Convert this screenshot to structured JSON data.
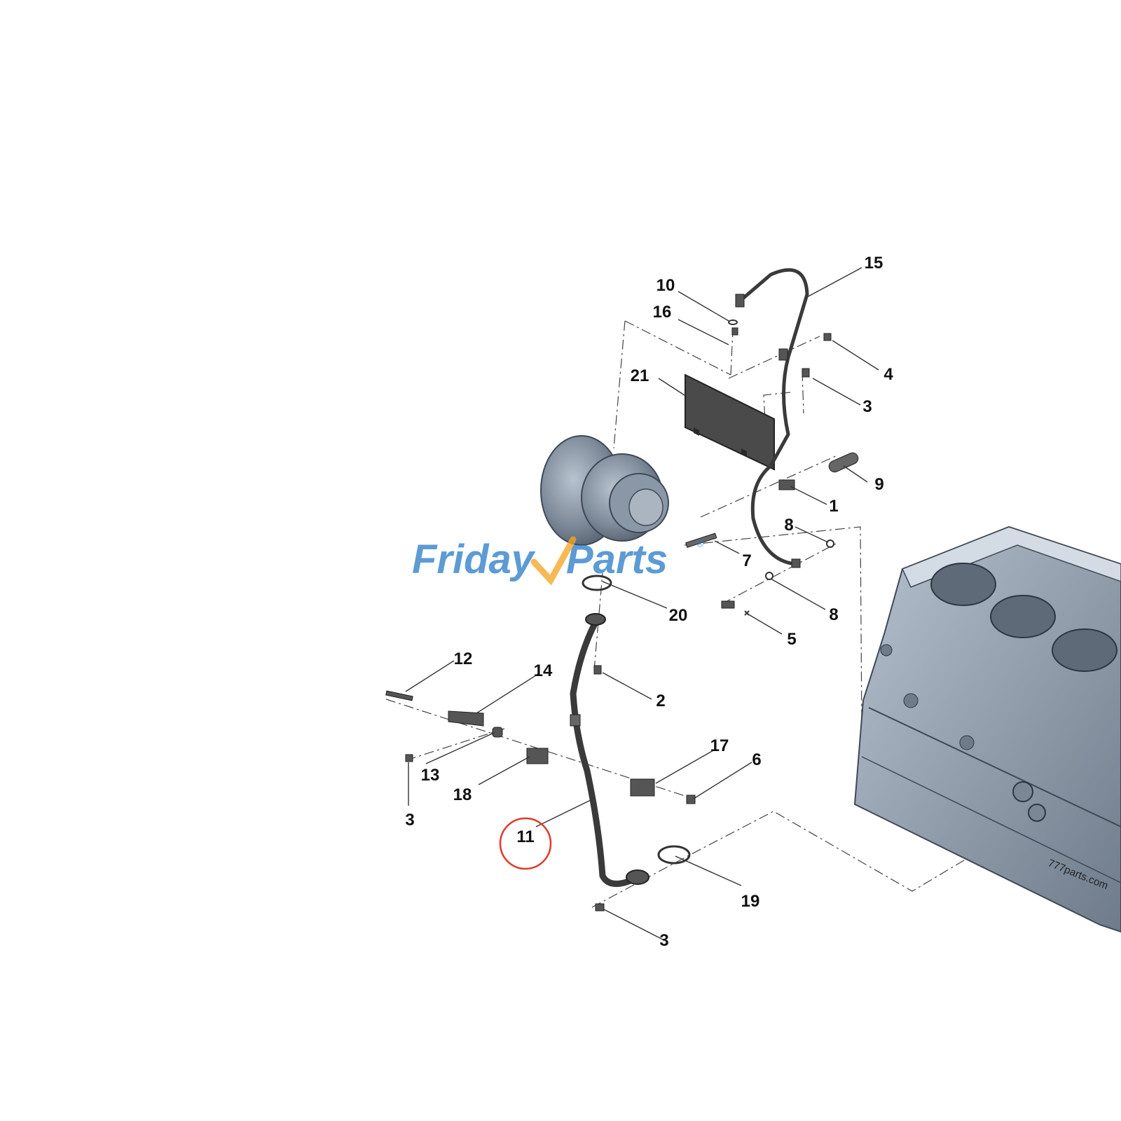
{
  "title": "",
  "watermark": {
    "brand_part1": "Friday",
    "brand_part2": "Parts",
    "registered_mark": "®",
    "brand_color": "#2f7fc8",
    "accent_color": "#f5a623"
  },
  "source_text": "777parts.com",
  "highlighted_callout": "11",
  "highlight_color": "#e0392b",
  "callouts": [
    {
      "id": "c1",
      "label": "1"
    },
    {
      "id": "c2",
      "label": "2"
    },
    {
      "id": "c3a",
      "label": "3"
    },
    {
      "id": "c3b",
      "label": "3"
    },
    {
      "id": "c3c",
      "label": "3"
    },
    {
      "id": "c4",
      "label": "4"
    },
    {
      "id": "c5",
      "label": "5"
    },
    {
      "id": "c6",
      "label": "6"
    },
    {
      "id": "c7",
      "label": "7"
    },
    {
      "id": "c8a",
      "label": "8"
    },
    {
      "id": "c8b",
      "label": "8"
    },
    {
      "id": "c9",
      "label": "9"
    },
    {
      "id": "c10",
      "label": "10"
    },
    {
      "id": "c11",
      "label": "11"
    },
    {
      "id": "c12",
      "label": "12"
    },
    {
      "id": "c13",
      "label": "13"
    },
    {
      "id": "c14",
      "label": "14"
    },
    {
      "id": "c15",
      "label": "15"
    },
    {
      "id": "c16",
      "label": "16"
    },
    {
      "id": "c17",
      "label": "17"
    },
    {
      "id": "c18",
      "label": "18"
    },
    {
      "id": "c19",
      "label": "19"
    },
    {
      "id": "c20",
      "label": "20"
    },
    {
      "id": "c21",
      "label": "21"
    }
  ]
}
